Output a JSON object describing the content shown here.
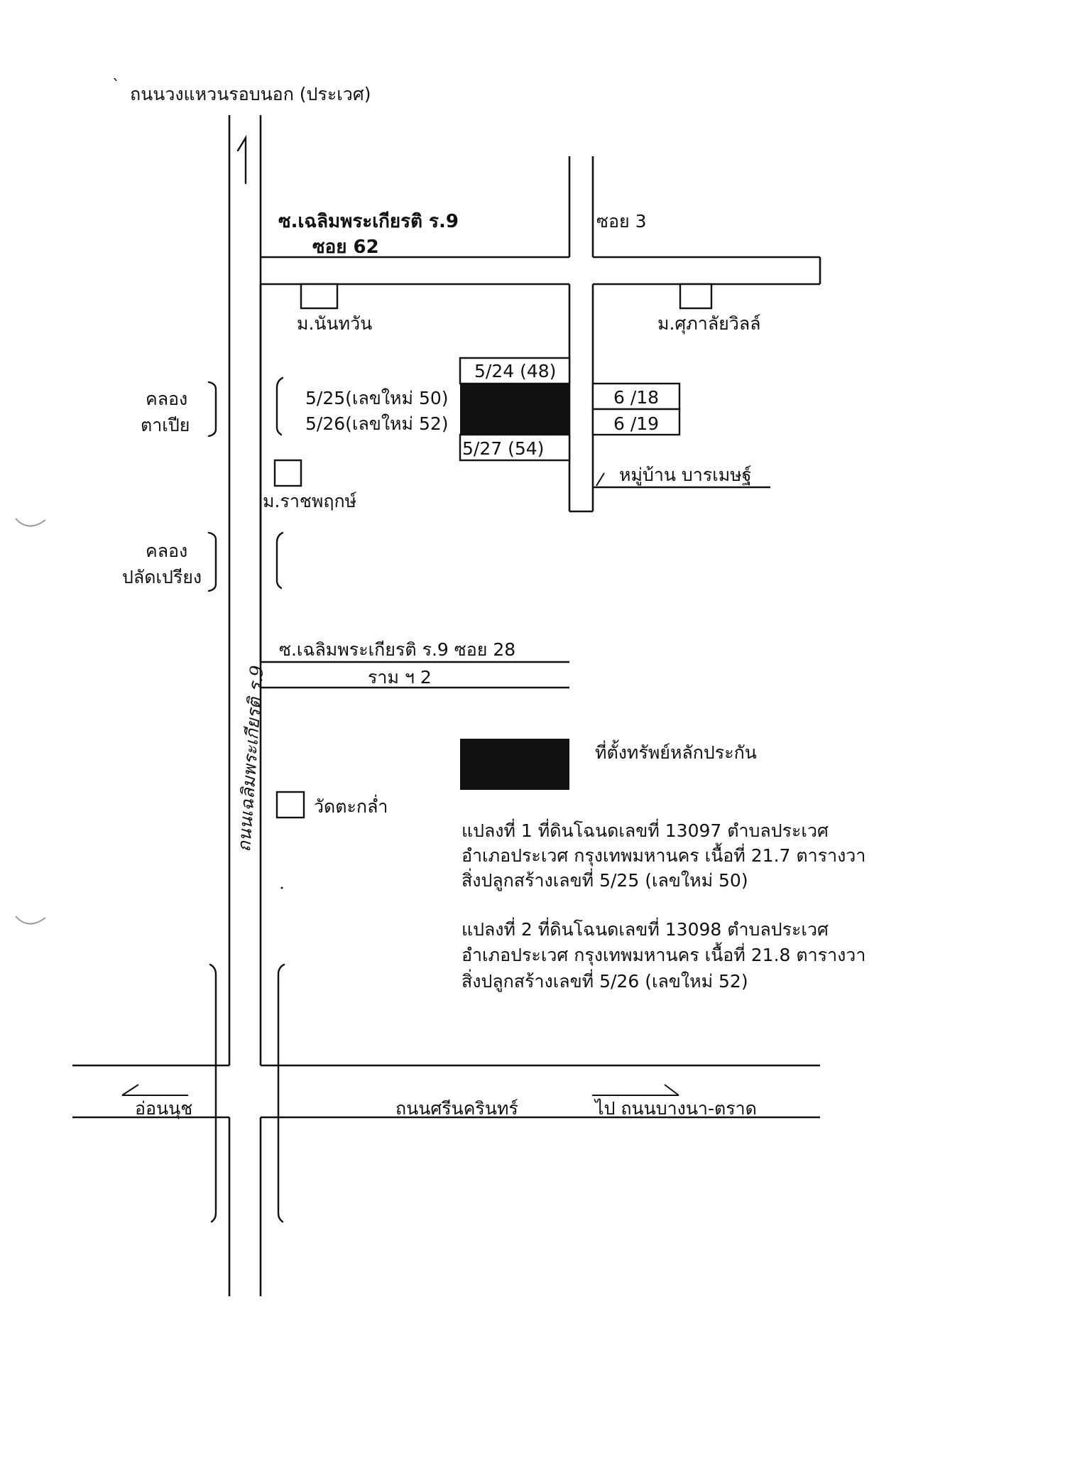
{
  "roads": {
    "outer_ring_road": "ถนนวงแหวนรอบนอก (ประเวศ)",
    "soi_62_line1": "ซ.เฉลิมพระเกียรติ ร.9",
    "soi_62_line2": "ซอย 62",
    "soi_3": "ซอย 3",
    "soi_28": "ซ.เฉลิมพระเกียรติ ร.9 ซอย 28",
    "rama_2": "ราม ฯ 2",
    "on_nut": "อ่อนนุช",
    "srinakarin": "ถนนศรีนครินทร์",
    "to_bangna_trat": "ไป ถนนบางนา-ตราด",
    "chaloem_handwritten": "ถนนเฉลิมพระเกียรติ ร.9"
  },
  "places": {
    "nanthawan": "ม.นันทวัน",
    "supalai_ville": "ม.ศุภาลัยวิลล์",
    "ratchaphruek": "ม.ราชพฤกษ์",
    "wat_takla": "วัดตะกล่ำ",
    "baramet_village": "หมู่บ้าน บารเมษฐ์"
  },
  "canals": {
    "ta_pia_line1": "คลอง",
    "ta_pia_line2": "ตาเปีย",
    "plat_priang_line1": "คลอง",
    "plat_priang_line2": "ปลัดเปรียง"
  },
  "lots": {
    "lot_524": "5/24 (48)",
    "lot_525": "5/25(เลขใหม่ 50)",
    "lot_526": "5/26(เลขใหม่ 52)",
    "lot_527": "5/27 (54)",
    "lot_618": "6 /18",
    "lot_619": "6 /19"
  },
  "legend": {
    "collateral_label": "ที่ตั้งทรัพย์หลักประกัน"
  },
  "parcels": [
    {
      "line1": "แปลงที่  1  ที่ดินโฉนดเลขที่  13097   ตำบลประเวศ",
      "line2": "อำเภอประเวศ     กรุงเทพมหานคร  เนื้อที่ 21.7 ตารางวา",
      "line3": "สิ่งปลูกสร้างเลขที่ 5/25 (เลขใหม่ 50)"
    },
    {
      "line1": "แปลงที่ 2  ที่ดินโฉนดเลขที่  13098    ตำบลประเวศ",
      "line2": "อำเภอประเวศ   กรุงเทพมหานคร  เนื้อที่  21.8 ตารางวา",
      "line3": "สิ่งปลูกสร้างเลขที่  5/26 (เลขใหม่ 52)"
    }
  ],
  "colors": {
    "ink": "#111111",
    "paper": "#ffffff",
    "collateral_fill": "#111111"
  },
  "icons": [
    "north-arrow-icon",
    "left-arrow-icon",
    "right-arrow-icon",
    "canal-bracket-icon"
  ]
}
